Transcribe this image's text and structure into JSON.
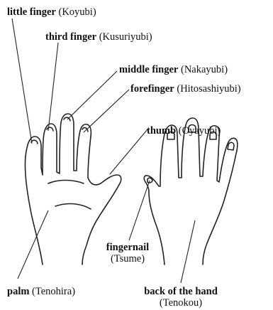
{
  "labels": {
    "little_finger": {
      "term": "little finger",
      "reading": "(Koyubi)"
    },
    "third_finger": {
      "term": "third finger",
      "reading": "(Kusuriyubi)"
    },
    "middle_finger": {
      "term": "middle finger",
      "reading": "(Nakayubi)"
    },
    "forefinger": {
      "term": "forefinger",
      "reading": "(Hitosashiyubi)"
    },
    "thumb": {
      "term": "thumb",
      "reading": "(Oyayubi)"
    },
    "fingernail": {
      "term": "fingernail",
      "reading": "(Tsume)"
    },
    "palm": {
      "term": "palm",
      "reading": "(Tenohira)"
    },
    "back_of_hand": {
      "term": "back of the hand",
      "reading": "(Tenokou)"
    }
  }
}
